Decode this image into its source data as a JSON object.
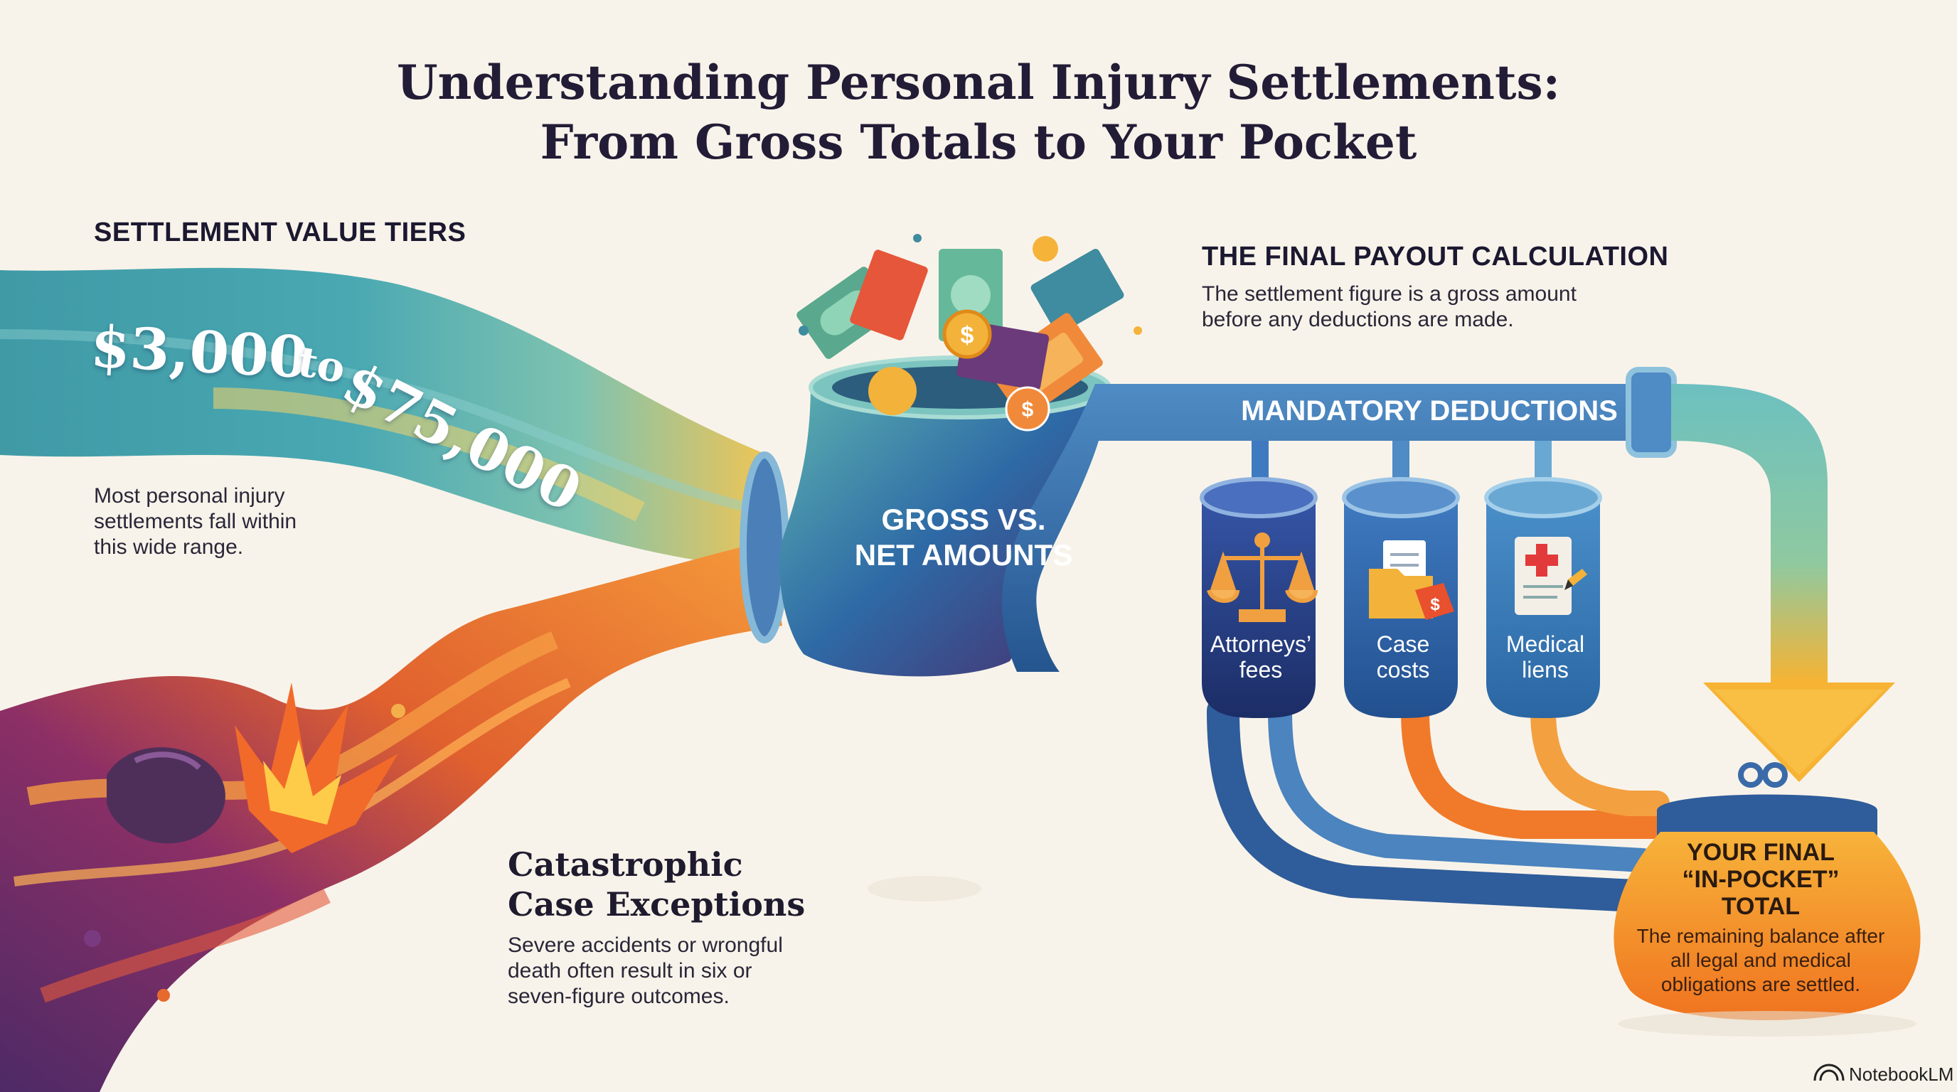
{
  "title": {
    "line1": "Understanding Personal Injury Settlements:",
    "line2": "From Gross Totals to Your Pocket"
  },
  "tiers": {
    "heading": "SETTLEMENT VALUE TIERS",
    "range_from": "$3,000",
    "range_to_word": "to",
    "range_to": "$75,000",
    "desc": "Most personal injury settlements fall within this wide range."
  },
  "catastrophic": {
    "heading_line1": "Catastrophic",
    "heading_line2": "Case Exceptions",
    "desc": "Severe accidents or wrongful death often result in six or seven-figure outcomes."
  },
  "gross_net": {
    "line1": "GROSS VS.",
    "line2": "NET AMOUNTS"
  },
  "payout": {
    "heading": "THE FINAL PAYOUT CALCULATION",
    "desc": "The settlement figure is a gross amount before any deductions are made."
  },
  "deductions": {
    "label": "MANDATORY DEDUCTIONS",
    "items": [
      {
        "line1": "Attorneys’",
        "line2": "fees",
        "icon": "scales-icon"
      },
      {
        "line1": "Case",
        "line2": "costs",
        "icon": "folder-price-tag-icon"
      },
      {
        "line1": "Medical",
        "line2": "liens",
        "icon": "medical-document-icon"
      }
    ]
  },
  "final_total": {
    "title_line1": "YOUR FINAL",
    "title_line2": "“IN-POCKET”",
    "title_line3": "TOTAL",
    "desc": "The remaining balance after all legal and medical obligations are settled."
  },
  "brand": {
    "name": "NotebookLM",
    "icon": "notebooklm-logo-icon"
  },
  "colors": {
    "background": "#f8f3ea",
    "teal": "#3a9fa8",
    "yellow": "#f4c24a",
    "orange": "#f07a2a",
    "purple": "#5a2f6e",
    "blue_pipe": "#2f6aa8",
    "navy_cup": "#24397a",
    "purse": "#f39a2a"
  }
}
